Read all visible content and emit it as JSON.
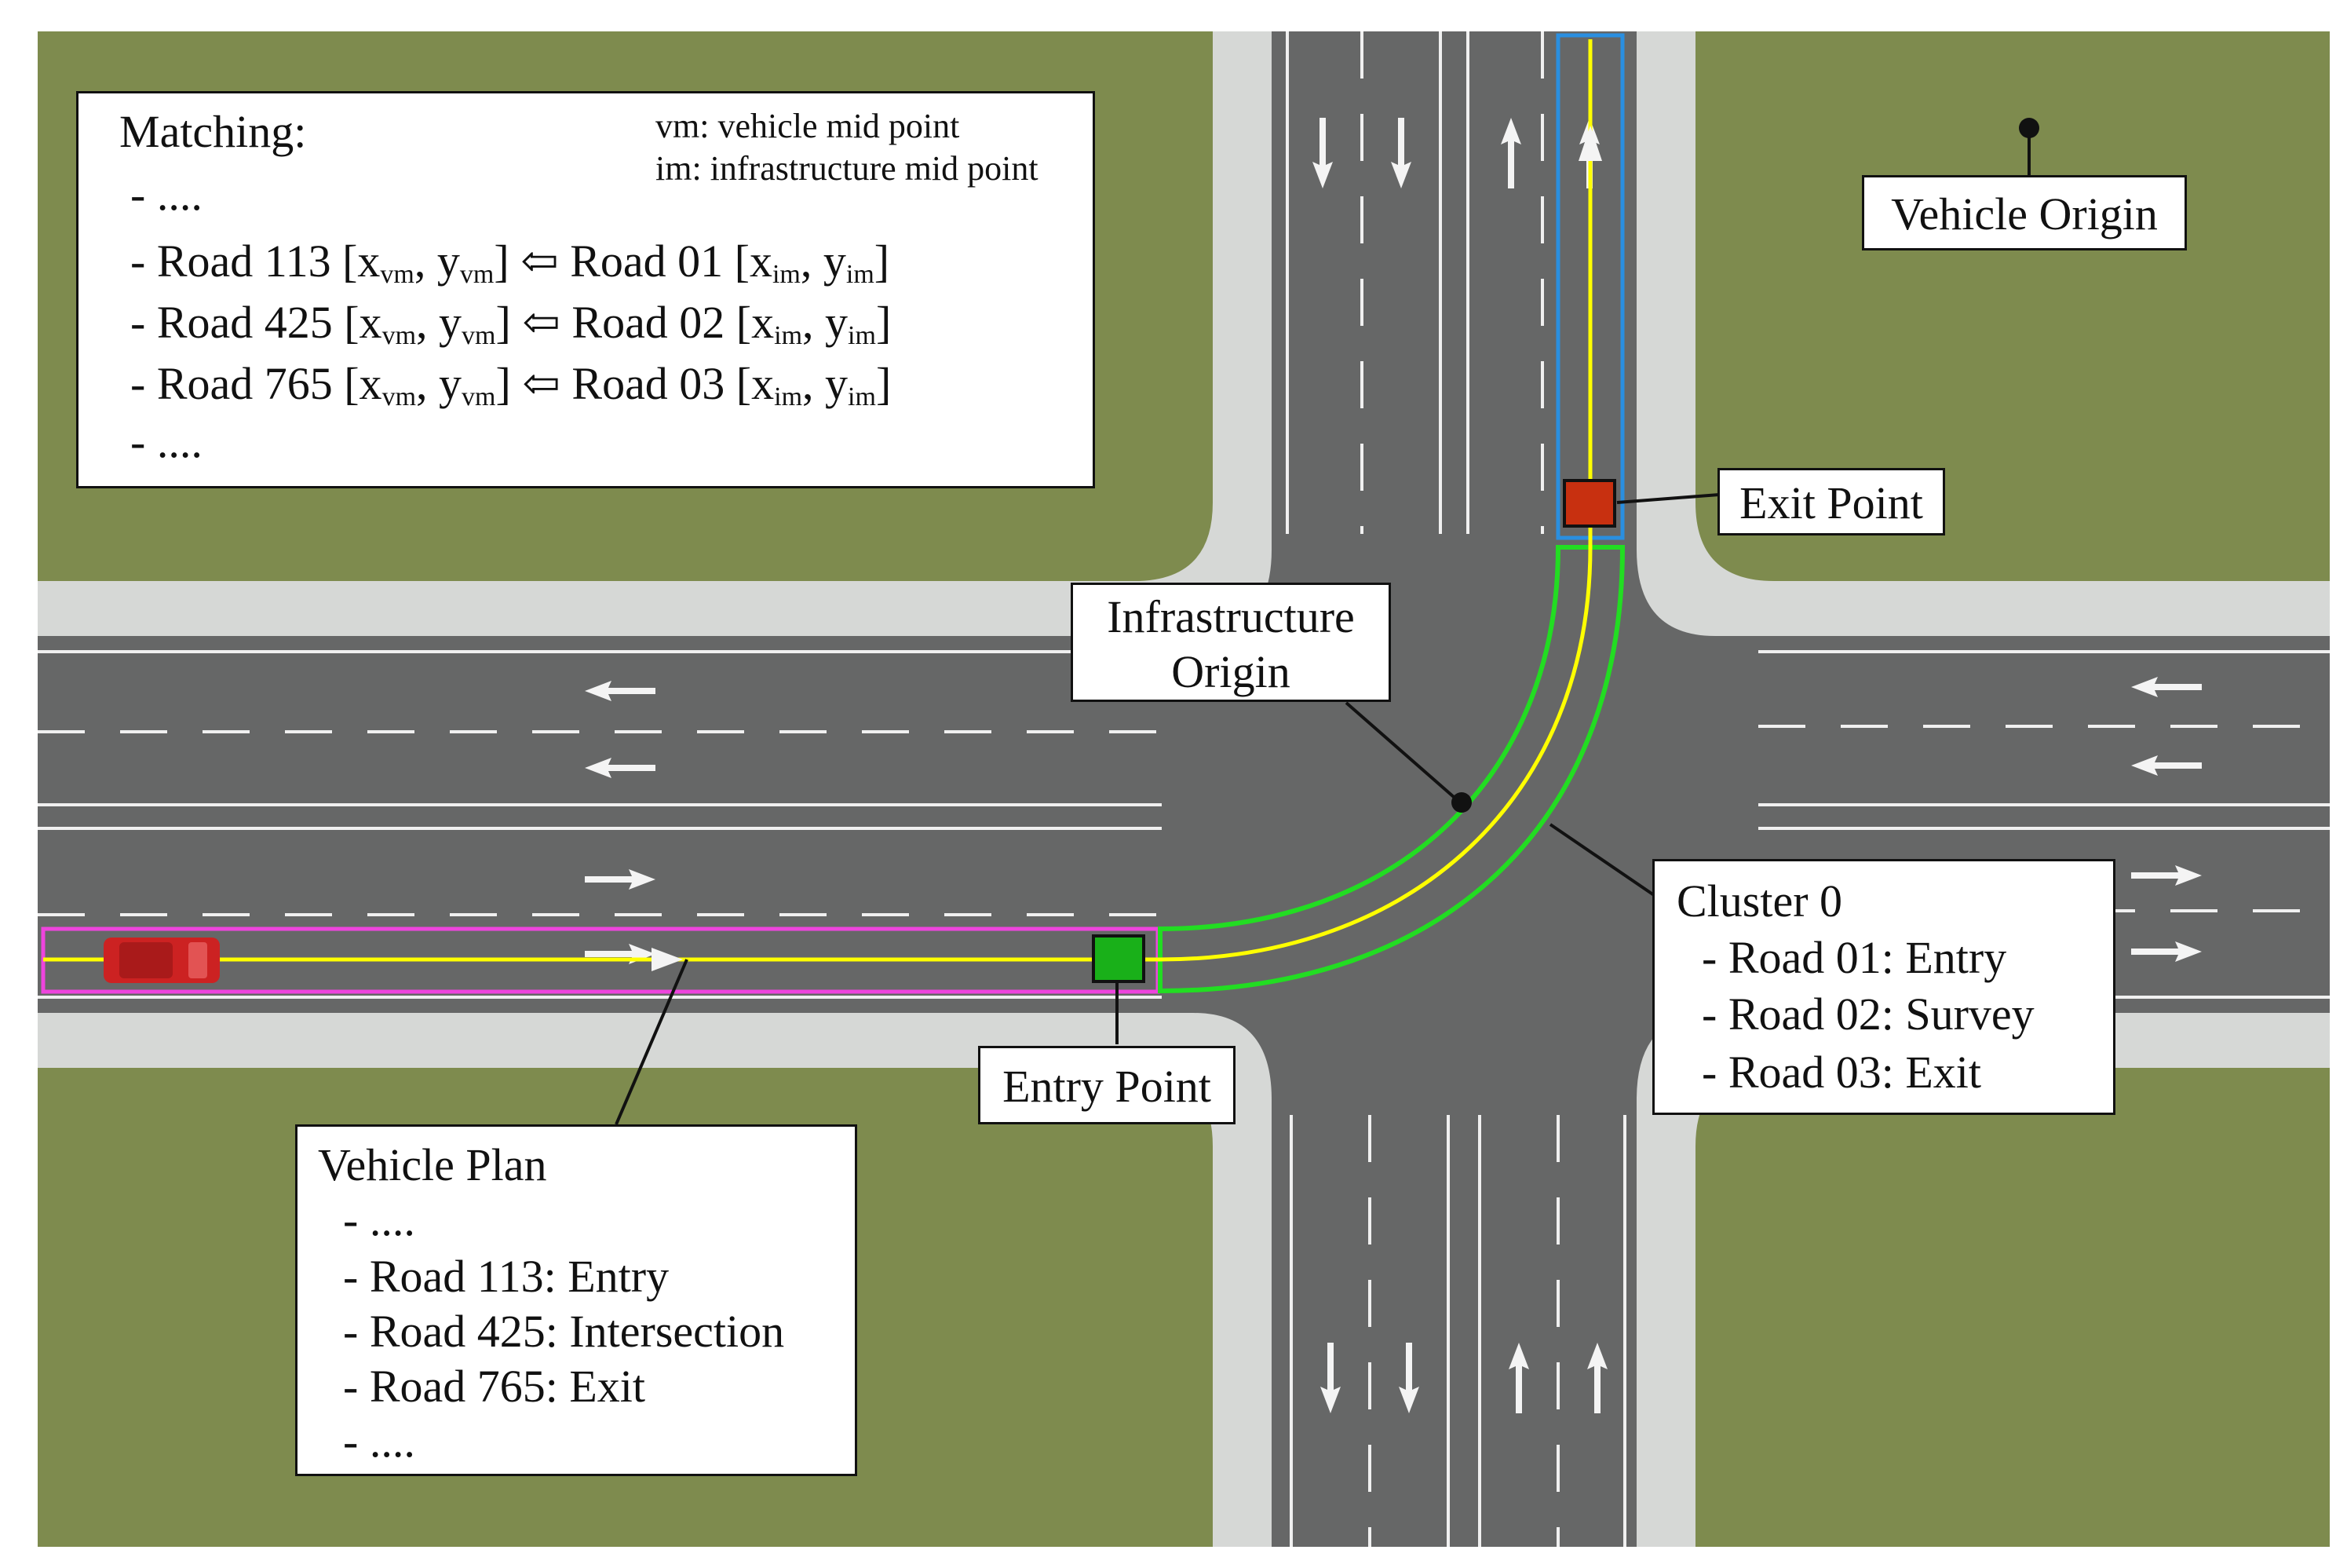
{
  "matching_box": {
    "title": "Matching:",
    "legend_vm": "vm: vehicle mid point",
    "legend_im": "im: infrastructure mid point",
    "ellipsis": "- ....",
    "rows": [
      {
        "prefix": "- Road 113 [x",
        "sub1": "vm",
        "mid1": ", y",
        "sub2": "vm",
        "arrow": "] ⇦ Road 01 [x",
        "sub3": "im",
        "mid2": ", y",
        "sub4": "im",
        "end": "]"
      },
      {
        "prefix": "- Road 425 [x",
        "sub1": "vm",
        "mid1": ", y",
        "sub2": "vm",
        "arrow": "] ⇦ Road 02 [x",
        "sub3": "im",
        "mid2": ", y",
        "sub4": "im",
        "end": "]"
      },
      {
        "prefix": "- Road 765 [x",
        "sub1": "vm",
        "mid1": ", y",
        "sub2": "vm",
        "arrow": "] ⇦ Road 03 [x",
        "sub3": "im",
        "mid2": ", y",
        "sub4": "im",
        "end": "]"
      }
    ],
    "ellipsis_end": "- ...."
  },
  "vehicle_origin": {
    "label": "Vehicle Origin"
  },
  "exit_point": {
    "label": "Exit Point"
  },
  "infrastructure_origin": {
    "line1": "Infrastructure",
    "line2": "Origin"
  },
  "cluster": {
    "title": "Cluster 0",
    "items": [
      "- Road 01: Entry",
      "- Road 02: Survey",
      "- Road 03: Exit"
    ]
  },
  "entry_point": {
    "label": "Entry Point"
  },
  "vehicle_plan": {
    "title": "Vehicle Plan",
    "items": [
      "- ....",
      "- Road 113: Entry",
      "- Road 425: Intersection",
      "- Road 765: Exit",
      "- ...."
    ]
  },
  "colors": {
    "grass": "#7e8b4e",
    "road": "#666767",
    "sidewalk": "#d6d8d6",
    "lane_marking": "#ffffff",
    "plan_line": "#ffff00",
    "cluster_outline": "#22dd22",
    "vehicle_lane_outline": "#ee44dd",
    "exit_lane_outline": "#2a8fe0",
    "entry_marker": "#19b019",
    "exit_marker": "#c83010",
    "vehicle": "#cc2222"
  }
}
